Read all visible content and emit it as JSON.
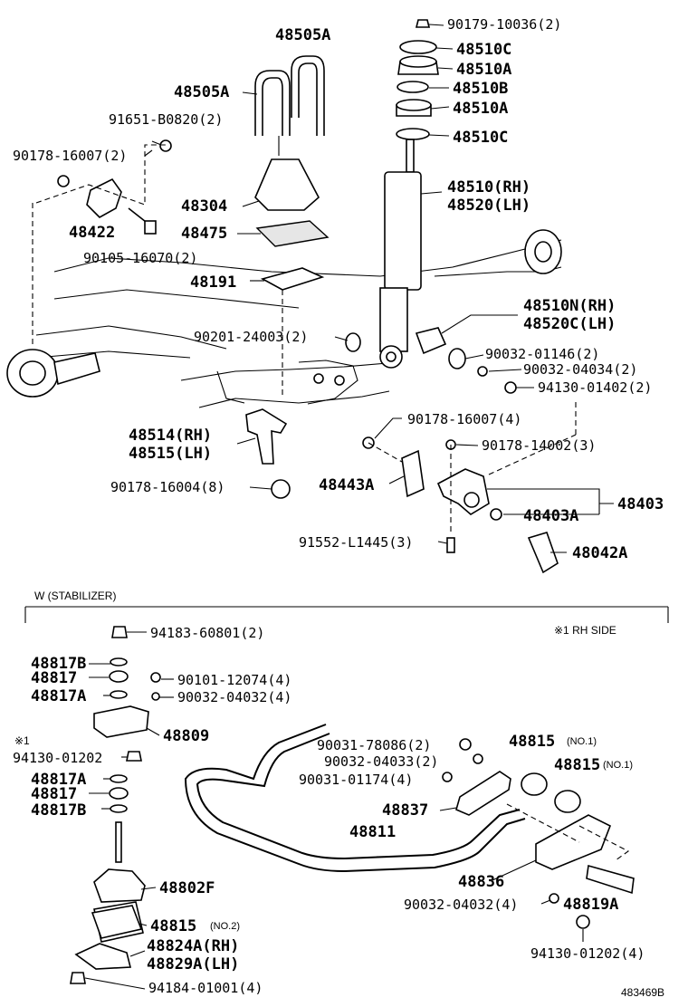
{
  "labels": {
    "l_48505A_top": "48505A",
    "l_48505A_left": "48505A",
    "l_91651": "91651-B0820(2)",
    "l_90178_16007_a": "90178-16007(2)",
    "l_48422": "48422",
    "l_48304": "48304",
    "l_48475": "48475",
    "l_90105": "90105-16070(2)",
    "l_48191": "48191",
    "l_90201": "90201-24003(2)",
    "l_90179": "90179-10036(2)",
    "l_48510C_a": "48510C",
    "l_48510A_a": "48510A",
    "l_48510B": "48510B",
    "l_48510A_b": "48510A",
    "l_48510C_b": "48510C",
    "l_48510RH": "48510(RH)",
    "l_48520LH": "48520(LH)",
    "l_48510N": "48510N(RH)",
    "l_48520C": "48520C(LH)",
    "l_90032_01146": "90032-01146(2)",
    "l_90032_04034": "90032-04034(2)",
    "l_94130_01402": "94130-01402(2)",
    "l_90178_16007_b": "90178-16007(4)",
    "l_48514": "48514(RH)",
    "l_48515": "48515(LH)",
    "l_90178_14002": "90178-14002(3)",
    "l_90178_16004": "90178-16004(8)",
    "l_48443A": "48443A",
    "l_48403": "48403",
    "l_48403A": "48403A",
    "l_91552": "91552-L1445(3)",
    "l_48042A": "48042A",
    "l_94183": "94183-60801(2)",
    "l_48817B_a": "48817B",
    "l_48817_a": "48817",
    "l_48817A_a": "48817A",
    "l_90101": "90101-12074(4)",
    "l_90032_04032_a": "90032-04032(4)",
    "l_48809": "48809",
    "l_94130_01202_a": "94130-01202",
    "l_48817A_b": "48817A",
    "l_48817_b": "48817",
    "l_48817B_b": "48817B",
    "l_48802F": "48802F",
    "l_48815_no2": "48815",
    "l_48824A": "48824A(RH)",
    "l_48829A": "48829A(LH)",
    "l_94184": "94184-01001(4)",
    "l_90031_78086": "90031-78086(2)",
    "l_90032_04033": "90032-04033(2)",
    "l_90031_01174": "90031-01174(4)",
    "l_48837": "48837",
    "l_48811": "48811",
    "l_48836": "48836",
    "l_90032_04032_b": "90032-04032(4)",
    "l_48819A": "48819A",
    "l_94130_01202_b": "94130-01202(4)",
    "l_48815_no1_a": "48815",
    "l_48815_no1_b": "48815"
  },
  "subs": {
    "s_no1_a": "(NO.1)",
    "s_no1_b": "(NO.1)",
    "s_no2": "(NO.2)"
  },
  "notes": {
    "section_title": "W (STABILIZER)",
    "rh_side_note": "※1 RH SIDE",
    "marker": "※1",
    "figure_id": "483469B"
  }
}
